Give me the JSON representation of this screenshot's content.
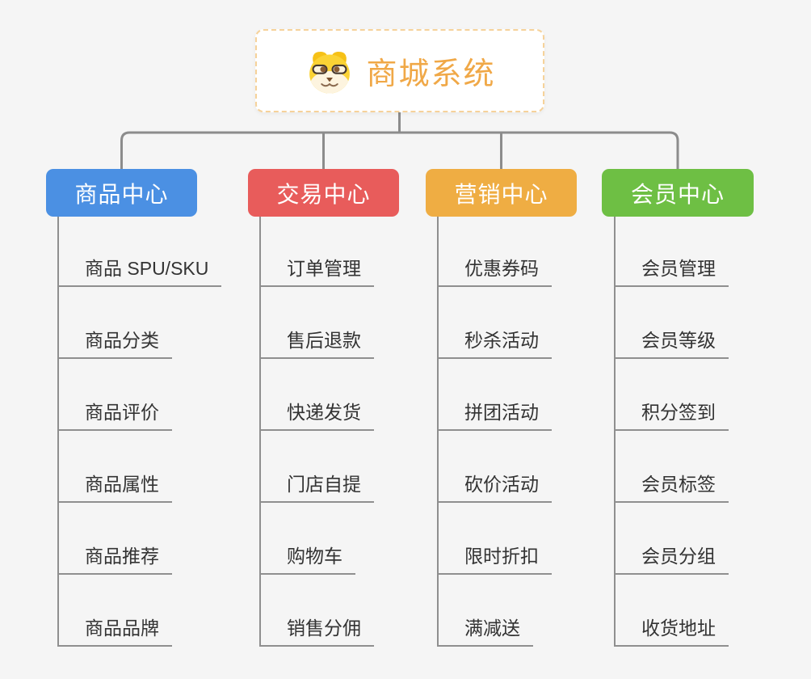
{
  "root": {
    "title": "商城系统",
    "icon": "dog-face-icon"
  },
  "branches": [
    {
      "label": "商品中心",
      "color": "#4b90e3",
      "items": [
        "商品 SPU/SKU",
        "商品分类",
        "商品评价",
        "商品属性",
        "商品推荐",
        "商品品牌"
      ]
    },
    {
      "label": "交易中心",
      "color": "#e85c5b",
      "items": [
        "订单管理",
        "售后退款",
        "快递发货",
        "门店自提",
        "购物车",
        "销售分佣"
      ]
    },
    {
      "label": "营销中心",
      "color": "#efad43",
      "items": [
        "优惠券码",
        "秒杀活动",
        "拼团活动",
        "砍价活动",
        "限时折扣",
        "满减送"
      ]
    },
    {
      "label": "会员中心",
      "color": "#6ebf44",
      "items": [
        "会员管理",
        "会员等级",
        "积分签到",
        "会员标签",
        "会员分组",
        "收货地址"
      ]
    }
  ],
  "colors": {
    "background": "#f5f5f5",
    "connector": "#8c8c8c",
    "root_text": "#f0a847",
    "root_border": "#f6d29a",
    "item_text": "#333333"
  }
}
